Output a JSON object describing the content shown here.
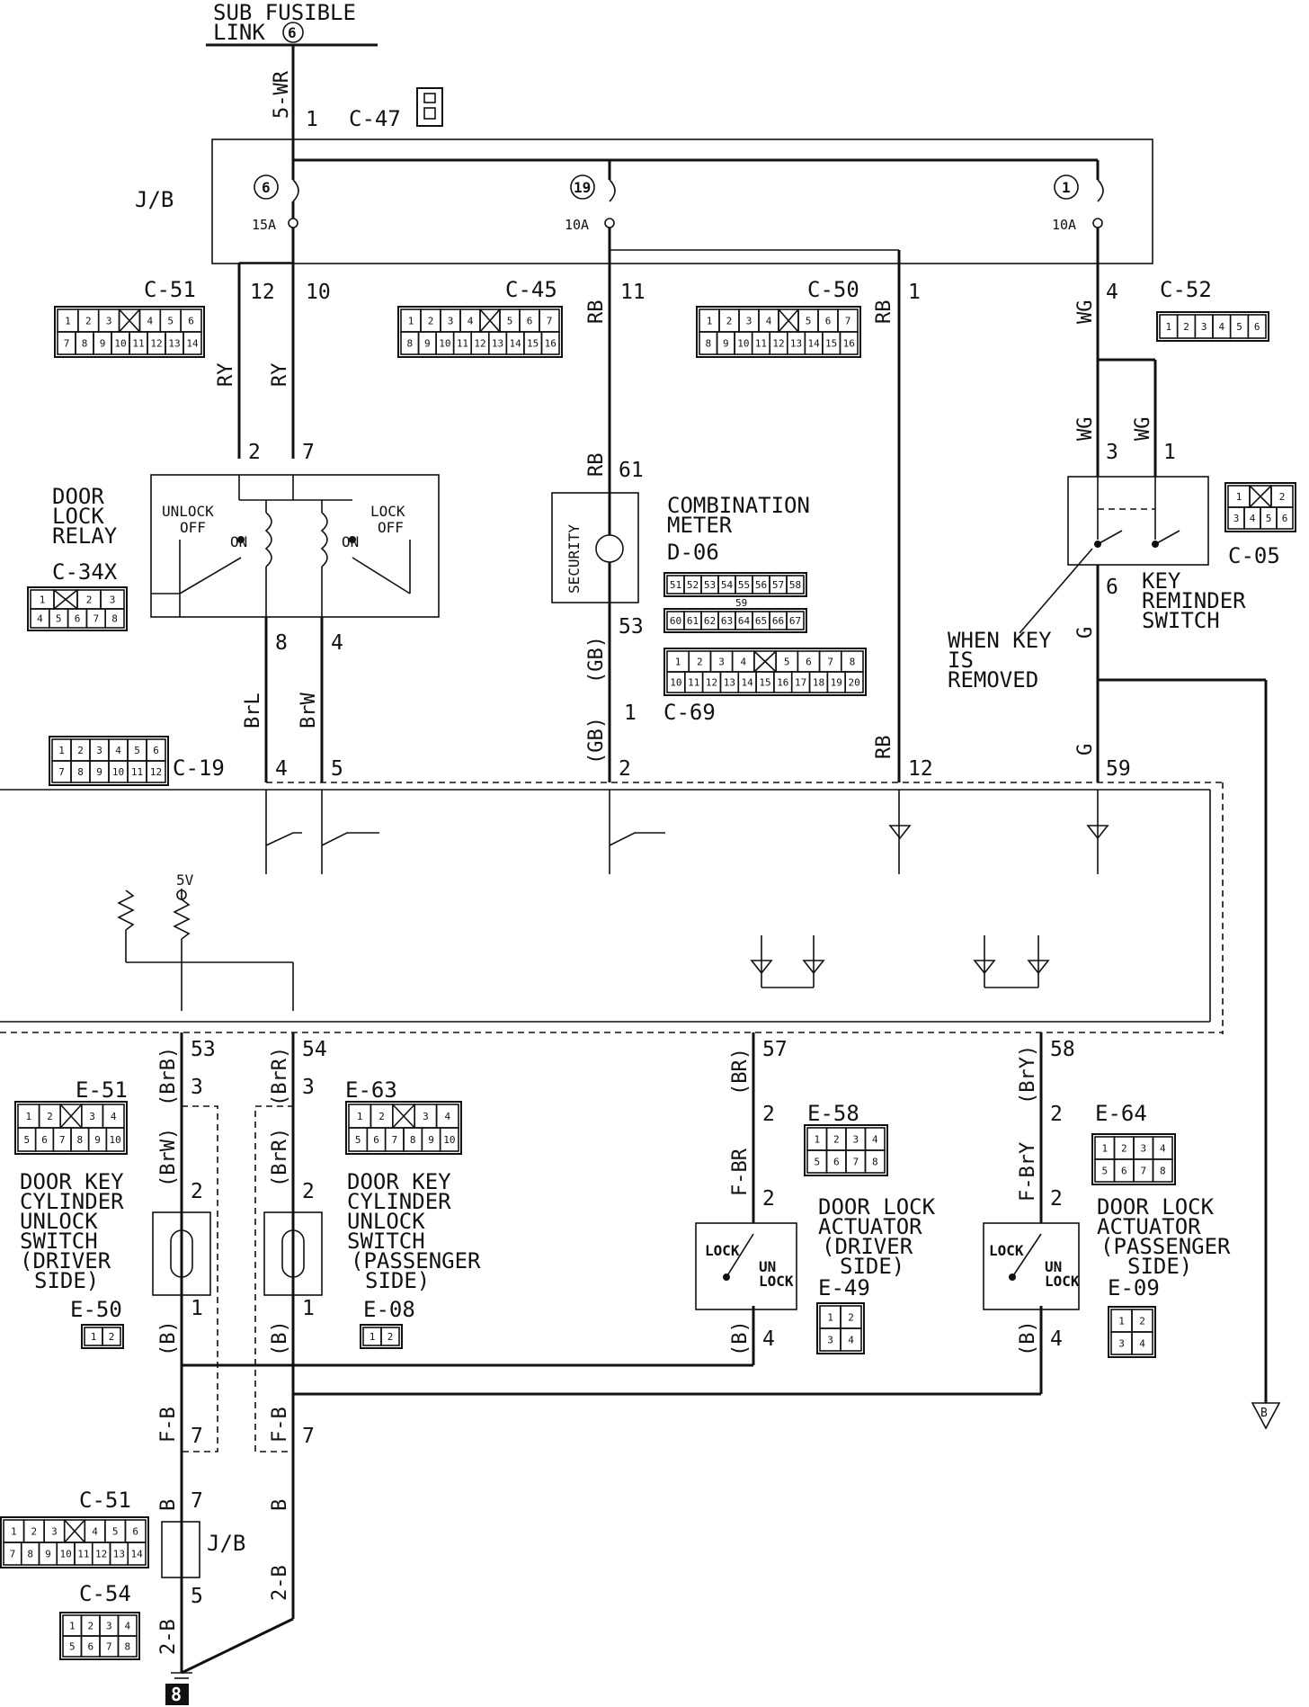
{
  "supply": {
    "line1": "SUB FUSIBLE",
    "line2": "LINK",
    "num": "6",
    "wire": "5-WR",
    "pin": "1",
    "connector": "C-47"
  },
  "jb": {
    "label": "J/B",
    "label2": "J/B"
  },
  "fuses": [
    {
      "num": "6",
      "amp": "15A"
    },
    {
      "num": "19",
      "amp": "10A"
    },
    {
      "num": "1",
      "amp": "10A"
    }
  ],
  "connectors": {
    "c51": "C-51",
    "c45": "C-45",
    "c50": "C-50",
    "c52": "C-52",
    "c34x": "C-34X",
    "c19": "C-19",
    "c69": "C-69",
    "c05": "C-05",
    "d06": "D-06",
    "e51": "E-51",
    "e63": "E-63",
    "e58": "E-58",
    "e64": "E-64",
    "e50": "E-50",
    "e08": "E-08",
    "e49": "E-49",
    "e09": "E-09",
    "c51b": "C-51",
    "c54": "C-54"
  },
  "pins": {
    "p12": "12",
    "p10": "10",
    "p11": "11",
    "p1": "1",
    "p4": "4",
    "p2": "2",
    "p7": "7",
    "p61": "61",
    "p3": "3",
    "p1b": "1",
    "p8": "8",
    "p4b": "4",
    "p53": "53",
    "p6": "6",
    "p1c": "1",
    "p4c": "4",
    "p5": "5",
    "p2b": "2",
    "p12b": "12",
    "p59": "59",
    "e53": "53",
    "e54": "54",
    "e57": "57",
    "e58p": "58",
    "s3a": "3",
    "s3b": "3",
    "s2a": "2",
    "s2b": "2",
    "s1a": "1",
    "s1b": "1",
    "a2a": "2",
    "a2b": "2",
    "a2c": "2",
    "a2d": "2",
    "a4a": "4",
    "a4b": "4",
    "g7a": "7",
    "g7b": "7",
    "g7c": "7",
    "g5": "5"
  },
  "wires": {
    "ry1": "RY",
    "ry2": "RY",
    "rb1": "RB",
    "rb2": "RB",
    "rb3": "RB",
    "rb4": "RB",
    "wg1": "WG",
    "wg2": "WG",
    "wg3": "WG",
    "brl": "BrL",
    "brw": "BrW",
    "gb1": "(GB)",
    "gb2": "(GB)",
    "g1": "G",
    "g2": "G",
    "brb": "(BrB)",
    "brr": "(BrR)",
    "br": "(BR)",
    "bry": "(BrY)",
    "brw2": "(BrW)",
    "brr2": "(BrR)",
    "fbr": "F-BR",
    "fbry": "F-BrY",
    "b1": "(B)",
    "b2": "(B)",
    "b3": "(B)",
    "b4": "(B)",
    "fb1": "F-B",
    "fb2": "F-B",
    "bb1": "B",
    "bb2": "B",
    "twob1": "2-B",
    "twob2": "2-B",
    "fivev": "5V"
  },
  "components": {
    "relay": [
      "DOOR",
      "LOCK",
      "RELAY"
    ],
    "unlock": "UNLOCK",
    "off1": "OFF",
    "on1": "ON",
    "lock": "LOCK",
    "off2": "OFF",
    "on2": "ON",
    "meter": [
      "COMBINATION",
      "METER"
    ],
    "security": "SECURITY",
    "keyrem": [
      "KEY",
      "REMINDER",
      "SWITCH"
    ],
    "whenkey": [
      "WHEN KEY",
      "IS",
      "REMOVED"
    ],
    "cyl_drv": [
      "DOOR KEY",
      "CYLINDER",
      "UNLOCK",
      "SWITCH",
      "(DRIVER",
      "SIDE)"
    ],
    "cyl_pass": [
      "DOOR KEY",
      "CYLINDER",
      "UNLOCK",
      "SWITCH",
      "(PASSENGER",
      "SIDE)"
    ],
    "act_drv": [
      "DOOR LOCK",
      "ACTUATOR",
      "(DRIVER",
      "SIDE)"
    ],
    "act_pass": [
      "DOOR LOCK",
      "ACTUATOR",
      "(PASSENGER",
      "SIDE)"
    ],
    "act_lock": "LOCK",
    "act_un": "UN",
    "act_unlock": "LOCK",
    "ground": "8",
    "ref": "B"
  },
  "grids": {
    "g14": [
      [
        "1",
        "2",
        "3",
        "",
        "4",
        "5",
        "6"
      ],
      [
        "7",
        "8",
        "9",
        "10",
        "11",
        "12",
        "13",
        "14"
      ]
    ],
    "g16": [
      [
        "1",
        "2",
        "3",
        "4",
        "",
        "5",
        "6",
        "7"
      ],
      [
        "8",
        "9",
        "10",
        "11",
        "12",
        "13",
        "14",
        "15",
        "16"
      ]
    ],
    "g6": [
      [
        "1",
        "2",
        "3",
        "4",
        "5",
        "6"
      ]
    ],
    "g8s": [
      [
        "1",
        "",
        "2",
        "3"
      ],
      [
        "4",
        "5",
        "6",
        "7",
        "8"
      ]
    ],
    "g12": [
      [
        "1",
        "2",
        "3",
        "4",
        "5",
        "6"
      ],
      [
        "7",
        "8",
        "9",
        "10",
        "11",
        "12"
      ]
    ],
    "g20": [
      [
        "1",
        "2",
        "3",
        "4",
        "",
        "5",
        "6",
        "7",
        "8"
      ],
      [
        "10",
        "11",
        "12",
        "13",
        "14",
        "15",
        "16",
        "17",
        "18",
        "19",
        "20"
      ]
    ],
    "d06a": [
      [
        "51",
        "52",
        "53",
        "54",
        "55",
        "56",
        "57",
        "58"
      ]
    ],
    "d06b": [
      [
        "60",
        "61",
        "62",
        "63",
        "64",
        "65",
        "66",
        "67"
      ]
    ],
    "d06mid": "59",
    "g10": [
      [
        "1",
        "2",
        "",
        "3",
        "4"
      ],
      [
        "5",
        "6",
        "7",
        "8",
        "9",
        "10"
      ]
    ],
    "g8": [
      [
        "1",
        "2",
        "3",
        "4"
      ],
      [
        "5",
        "6",
        "7",
        "8"
      ]
    ],
    "c05": [
      [
        "1",
        "",
        "2"
      ],
      [
        "3",
        "4",
        "5",
        "6"
      ]
    ],
    "e50": [
      [
        "1",
        "2"
      ]
    ],
    "g4": [
      [
        "1",
        "2"
      ],
      [
        "3",
        "4"
      ]
    ]
  }
}
